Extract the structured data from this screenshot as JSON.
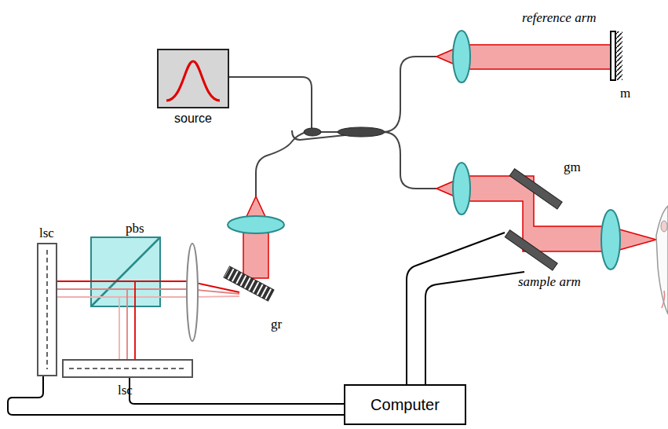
{
  "diagram": {
    "nodes": [
      {
        "text": [
          "source"
        ]
      },
      {
        "text": [
          "Computer"
        ]
      }
    ],
    "labels": [
      "reference arm",
      "m",
      "gm",
      "sample arm",
      "lsc",
      "pbs",
      "lsc",
      "gr"
    ]
  }
}
